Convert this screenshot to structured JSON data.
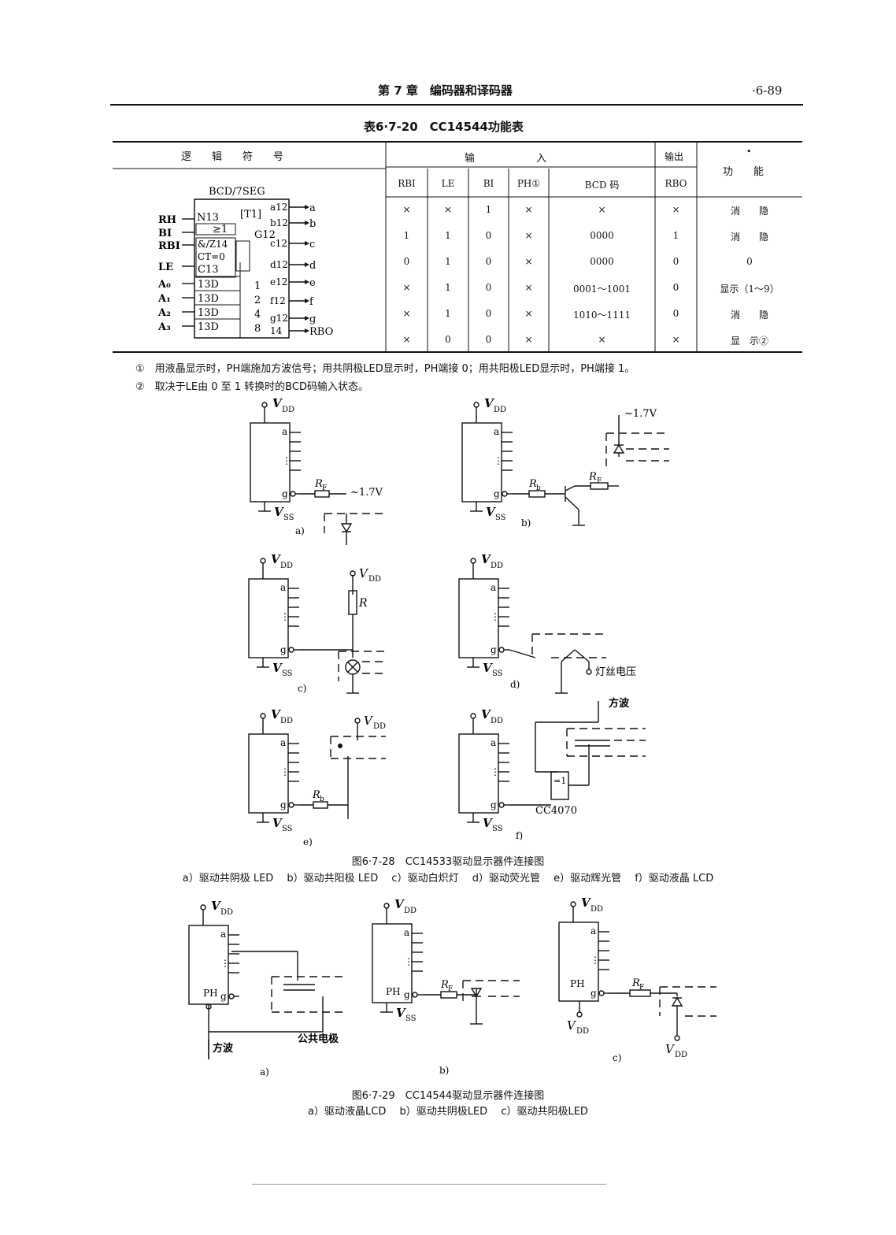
{
  "header": {
    "chapter": "第 7 章　编码器和译码器",
    "page": "·6-89"
  },
  "table_title": "表6·7-20　CC14544功能表",
  "table": {
    "group_symbol": "逻　　辑　　符　　号",
    "group_input": "输　　　　　　入",
    "group_output": "输出",
    "group_function": "功　　能",
    "columns": [
      "RBI",
      "LE",
      "BI",
      "PH①",
      "BCD 码",
      "RBO"
    ],
    "rows": [
      [
        "×",
        "×",
        "1",
        "×",
        "×",
        "×",
        "消　　隐"
      ],
      [
        "1",
        "1",
        "0",
        "×",
        "0000",
        "1",
        "消　　隐"
      ],
      [
        "0",
        "1",
        "0",
        "×",
        "0000",
        "0",
        "0"
      ],
      [
        "×",
        "1",
        "0",
        "×",
        "0001～1001",
        "0",
        "显示（1～9）"
      ],
      [
        "×",
        "1",
        "0",
        "×",
        "1010～1111",
        "0",
        "消　　隐"
      ],
      [
        "×",
        "0",
        "0",
        "×",
        "×",
        "×",
        "显　示②"
      ]
    ]
  },
  "logic_symbol": {
    "title": "BCD/7SEG",
    "inputs": [
      "RH",
      "BI",
      "RBI",
      "LE",
      "A₀",
      "A₁",
      "A₂",
      "A₃"
    ],
    "internal": [
      "N13",
      "≥1",
      "&/Z14",
      "CT=0",
      "C13",
      "13D",
      "13D",
      "13D",
      "13D",
      "[T1]",
      "G12"
    ],
    "weights": [
      "1",
      "2",
      "4",
      "8"
    ],
    "output_pins": [
      "a12",
      "b12",
      "c12",
      "d12",
      "e12",
      "f12",
      "g12",
      "14"
    ],
    "outputs": [
      "a",
      "b",
      "c",
      "d",
      "e",
      "f",
      "g",
      "RBO"
    ]
  },
  "notes": [
    "①　用液晶显示时，PH端施加方波信号；用共阴极LED显示时，PH端接 0；用共阳极LED显示时，PH端接 1。",
    "②　取决于LE由 0 至 1 转换时的BCD码输入状态。"
  ],
  "fig28": {
    "vdd": "V",
    "vdd_sub": "DD",
    "vss": "V",
    "vss_sub": "SS",
    "pin_a": "a",
    "pin_g": "g",
    "dots": "⋮",
    "rf": "R",
    "rf_sub": "F",
    "rb": "R",
    "rb_sub": "b",
    "r": "R",
    "v17": "~1.7V",
    "filament": "灯丝电压",
    "square": "方波",
    "chip": "CC4070",
    "xor": "=1",
    "sub_labels": [
      "a)",
      "b)",
      "c)",
      "d)",
      "e)",
      "f)"
    ],
    "caption": "图6·7-28　CC14533驱动显示器件连接图",
    "subcaption": "a）驱动共阴极 LED　 b）驱动共阳极 LED　 c）驱动白炽灯　 d）驱动荧光管　 e）驱动辉光管　 f）驱动液晶 LCD"
  },
  "fig29": {
    "ph": "PH",
    "square": "方波",
    "common": "公共电极",
    "sub_labels": [
      "a)",
      "b)",
      "c)"
    ],
    "caption": "图6·7-29　CC14544驱动显示器件连接图",
    "subcaption": "a）驱动液晶LCD　 b）驱动共阴极LED　 c）驱动共阳极LED"
  }
}
